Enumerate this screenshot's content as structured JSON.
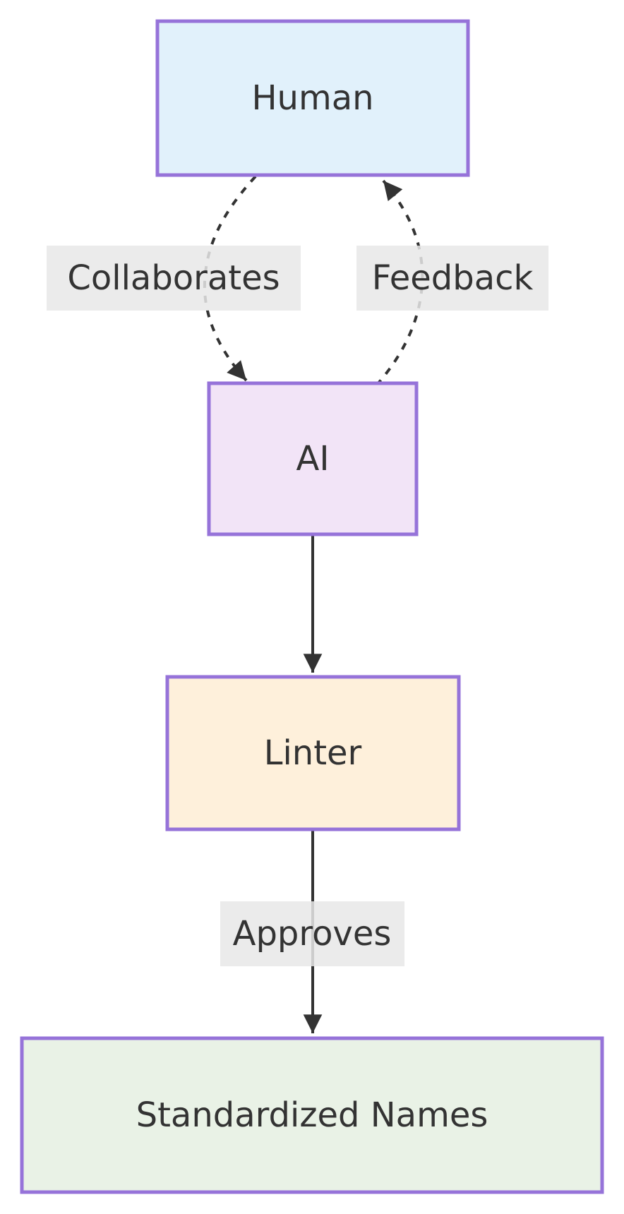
{
  "diagram": {
    "type": "flowchart",
    "background": "#ffffff",
    "colors": {
      "node_border": "#9673d9",
      "edge": "#333333",
      "text": "#333333",
      "label_background": "#e8e8e8"
    },
    "nodes": [
      {
        "id": "human",
        "label": "Human",
        "fill": "#e1f1fb"
      },
      {
        "id": "ai",
        "label": "AI",
        "fill": "#f2e4f7"
      },
      {
        "id": "linter",
        "label": "Linter",
        "fill": "#fef0db"
      },
      {
        "id": "standardized_names",
        "label": "Standardized Names",
        "fill": "#e9f2e6"
      }
    ],
    "edges": [
      {
        "from": "Human",
        "to": "AI",
        "label": "Collaborates",
        "line_style": "dashed"
      },
      {
        "from": "AI",
        "to": "Human",
        "label": "Feedback",
        "line_style": "dashed"
      },
      {
        "from": "AI",
        "to": "Linter",
        "label": "",
        "line_style": "solid"
      },
      {
        "from": "Linter",
        "to": "Standardized Names",
        "label": "Approves",
        "line_style": "solid"
      }
    ]
  }
}
